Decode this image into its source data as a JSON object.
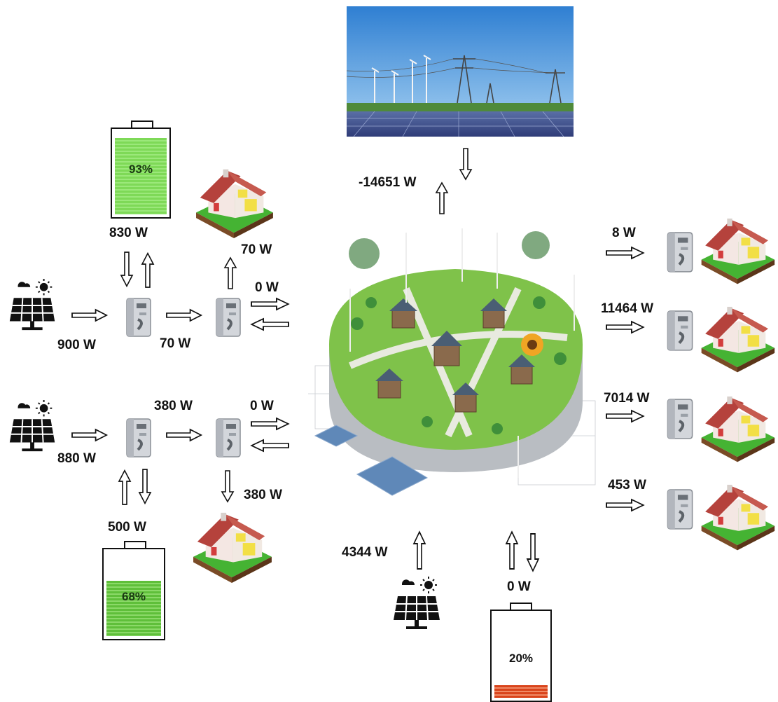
{
  "grid_panel": {
    "image": "power-grid-landscape"
  },
  "community": {
    "image": "smart-village-illustration"
  },
  "flows": {
    "grid_exchange": "-14651 W",
    "pv1_output": "900 W",
    "battery1_power": "830 W",
    "battery1_level": "93%",
    "house1_load": "70 W",
    "meter1_to_meter2": "70 W",
    "node1_exchange": "0 W",
    "pv2_output": "880 W",
    "meter3_to_meter4": "380 W",
    "node2_exchange": "0 W",
    "house2_load": "380 W",
    "battery2_power": "500 W",
    "battery2_level": "68%",
    "community_pv": "4344 W",
    "community_battery_power": "0 W",
    "community_battery_level": "20%",
    "consumer1": "8 W",
    "consumer2": "11464 W",
    "consumer3": "7014 W",
    "consumer4": "453 W"
  },
  "levels": {
    "battery1": 0.93,
    "battery2": 0.68,
    "community_battery": 0.2
  },
  "colors": {
    "battery_green": "#7ed957",
    "battery_red": "#d9441c",
    "roof": "#b5423c",
    "grass": "#3aa52f",
    "meter": "#c9ccd1"
  }
}
